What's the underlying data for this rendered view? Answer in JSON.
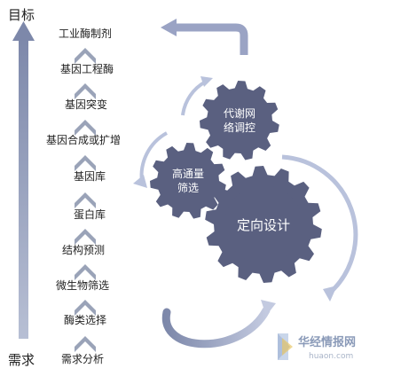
{
  "axis": {
    "top_label": "目标",
    "bottom_label": "需求"
  },
  "steps": [
    "需求分析",
    "酶类选择",
    "微生物筛选",
    "结构预测",
    "蛋白库",
    "基因库",
    "基因合成或扩增",
    "基因突变",
    "基因工程酶",
    "工业酶制剂"
  ],
  "gears": {
    "small_top": {
      "line1": "代谢网",
      "line2": "络调控"
    },
    "small_left": {
      "line1": "高通量",
      "line2": "筛选"
    },
    "large": {
      "label": "定向设计"
    }
  },
  "watermark": {
    "name": "华经情报网",
    "url": "huaon.com"
  },
  "colors": {
    "gear": "#5a6080",
    "arrow_light": "#b9c2dc",
    "arrow_dark": "#7d88aa",
    "chevron": "#9aa3b8",
    "axis_arrow": "#7d88aa"
  }
}
